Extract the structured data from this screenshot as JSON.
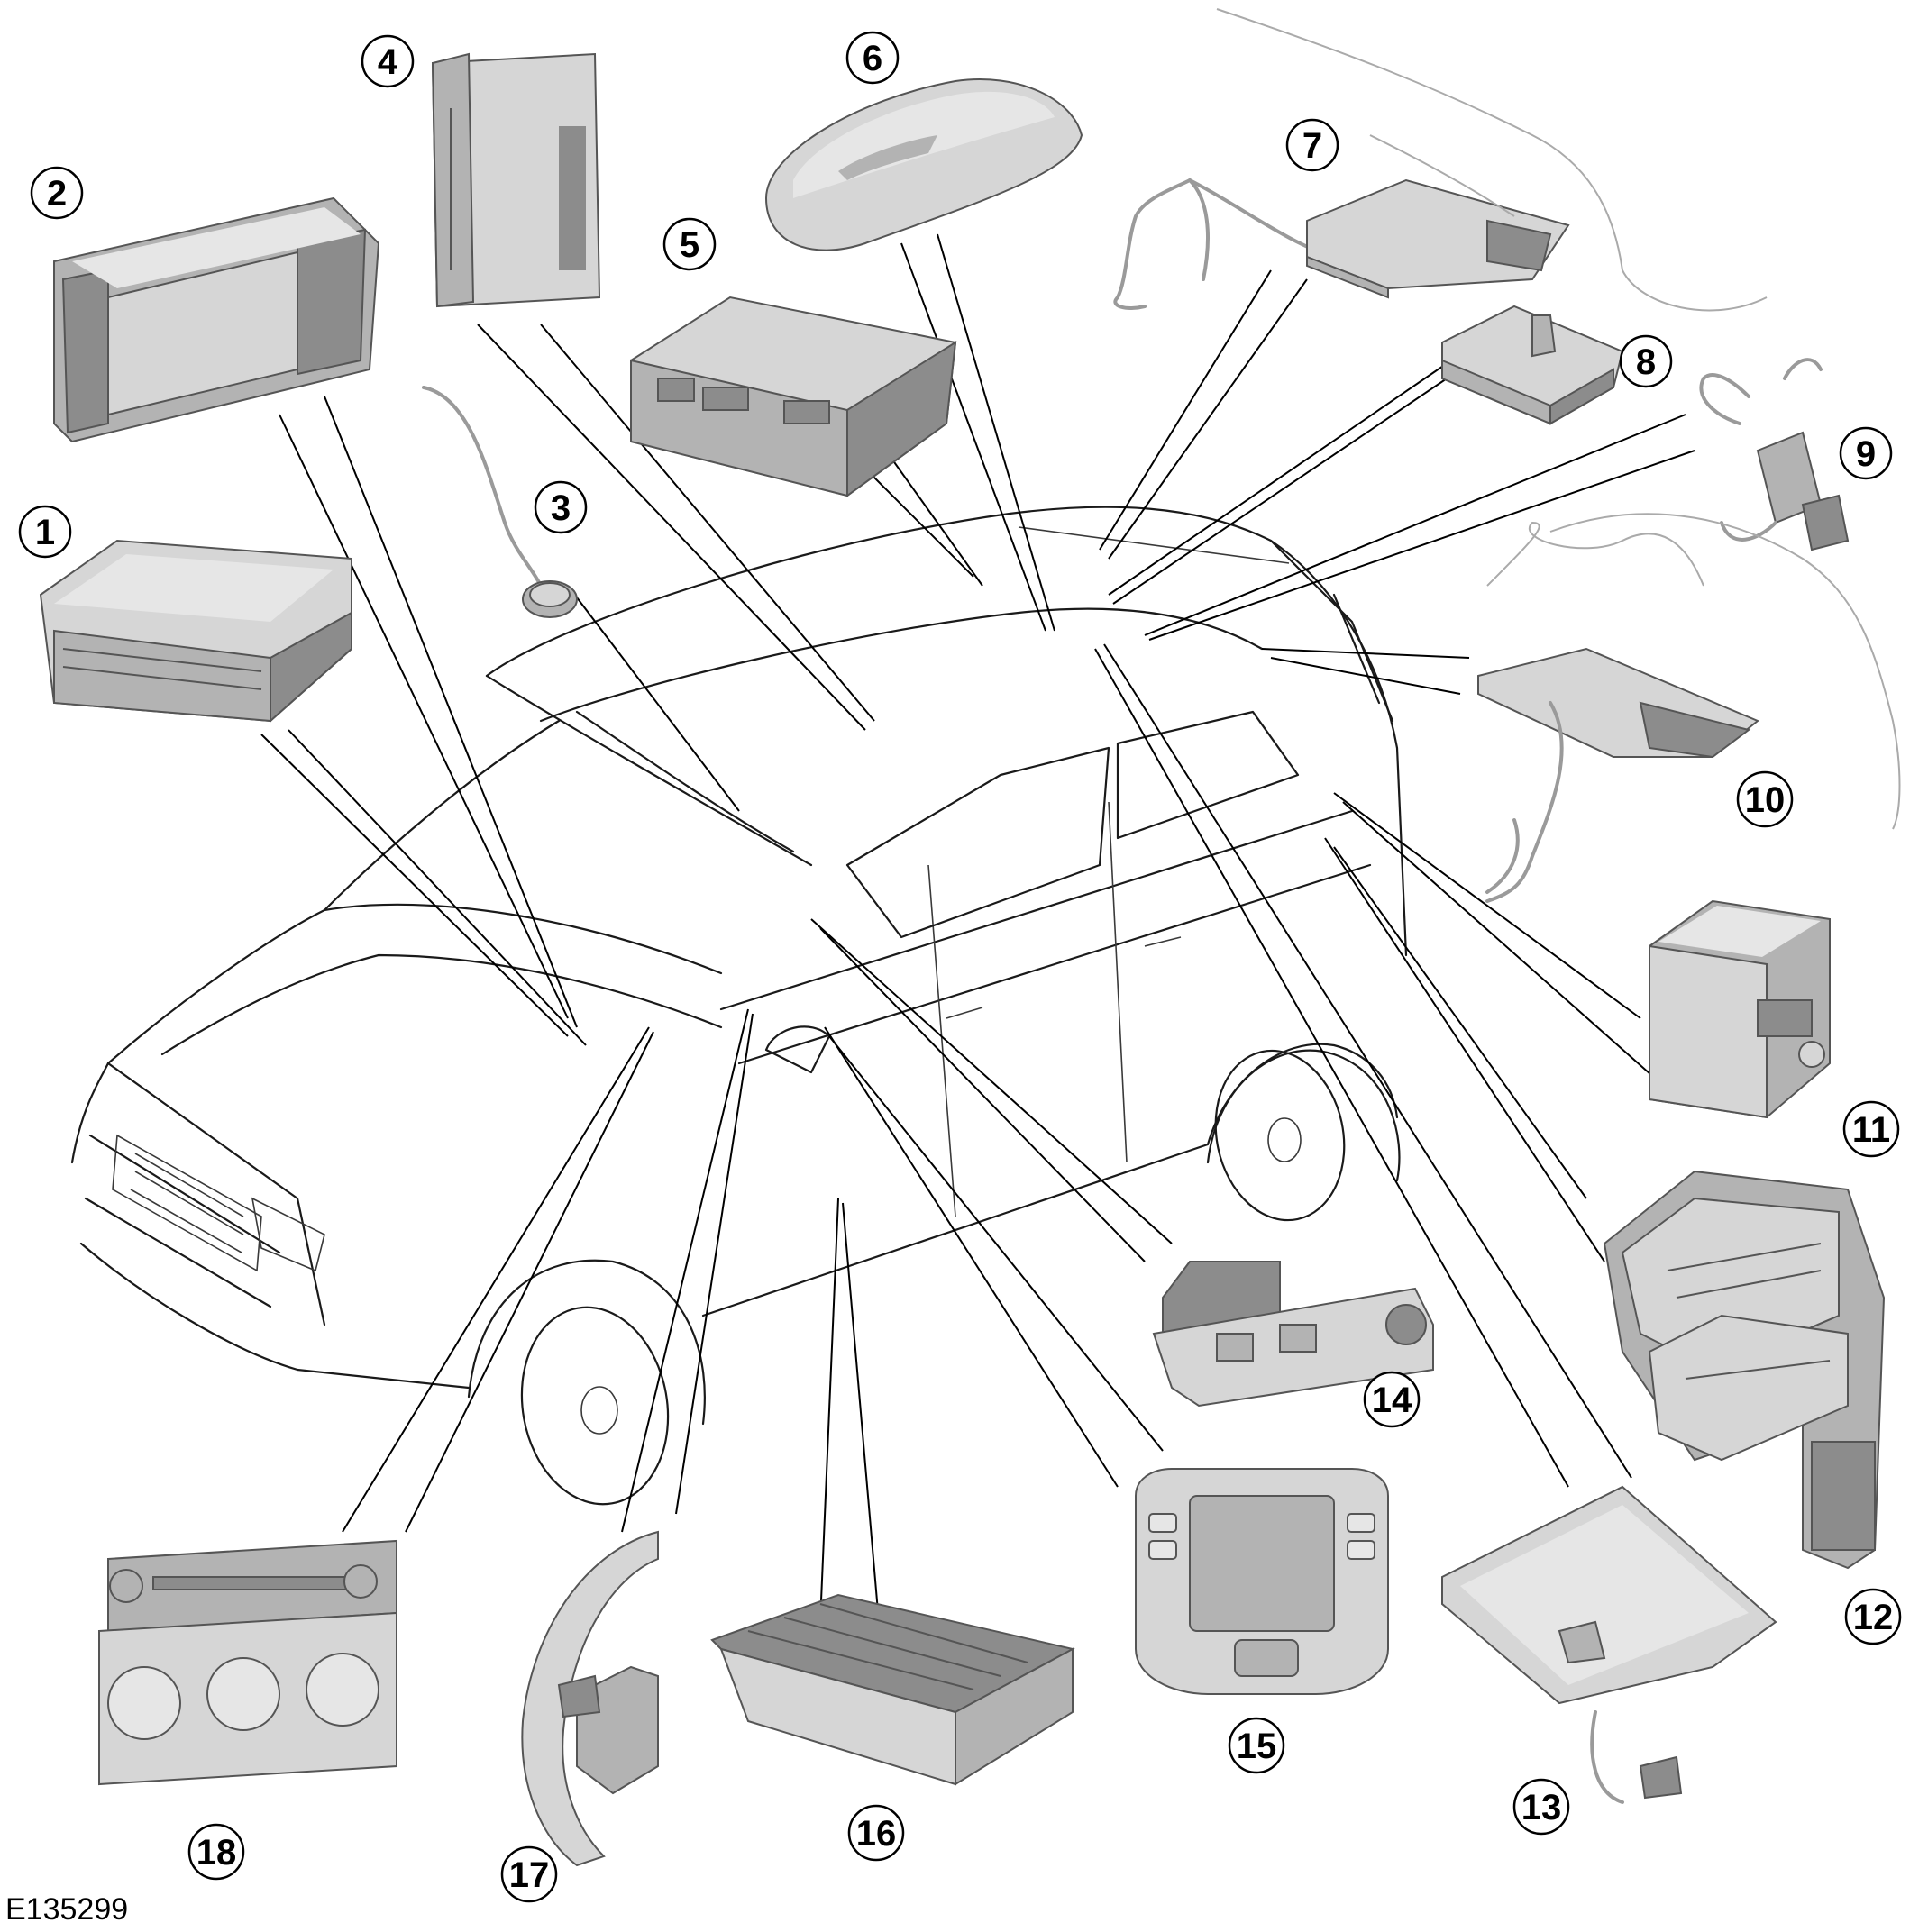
{
  "figure_ref": "E135299",
  "callouts": [
    {
      "id": "1",
      "label": "1"
    },
    {
      "id": "2",
      "label": "2"
    },
    {
      "id": "3",
      "label": "3"
    },
    {
      "id": "4",
      "label": "4"
    },
    {
      "id": "5",
      "label": "5"
    },
    {
      "id": "6",
      "label": "6"
    },
    {
      "id": "7",
      "label": "7"
    },
    {
      "id": "8",
      "label": "8"
    },
    {
      "id": "9",
      "label": "9"
    },
    {
      "id": "10",
      "label": "10"
    },
    {
      "id": "11",
      "label": "11"
    },
    {
      "id": "12",
      "label": "12"
    },
    {
      "id": "13",
      "label": "13"
    },
    {
      "id": "14",
      "label": "14"
    },
    {
      "id": "15",
      "label": "15"
    },
    {
      "id": "16",
      "label": "16"
    },
    {
      "id": "17",
      "label": "17"
    },
    {
      "id": "18",
      "label": "18"
    }
  ]
}
